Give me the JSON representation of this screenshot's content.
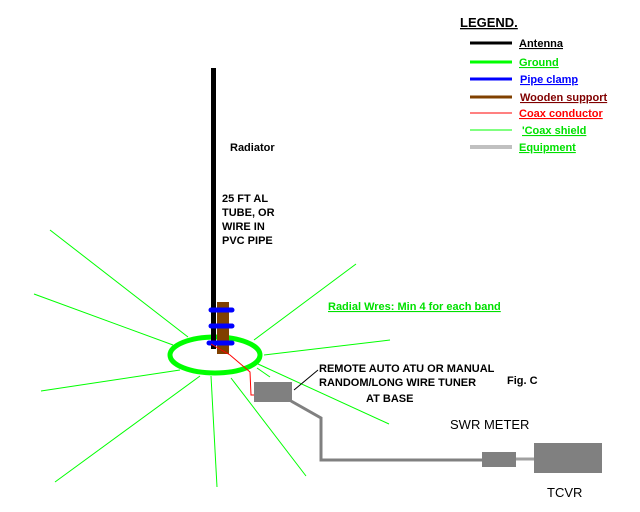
{
  "legend": {
    "title": "LEGEND.",
    "items": [
      {
        "label": "Antenna",
        "color": "#000000",
        "line_color": "#000000"
      },
      {
        "label": "Ground",
        "color": "#00e000",
        "line_color": "#00ff00"
      },
      {
        "label": "Pipe clamp",
        "color": "#0000ff",
        "line_color": "#0000ff"
      },
      {
        "label": "Wooden support",
        "color": "#800000",
        "line_color": "#804000"
      },
      {
        "label": "Coax conductor",
        "color": "#ff0000",
        "line_color": "#ff0000"
      },
      {
        "label": "'Coax shield",
        "color": "#00e000",
        "line_color": "#00ff00"
      },
      {
        "label": "Equipment",
        "color": "#00e000",
        "line_color": "#c0c0c0"
      }
    ]
  },
  "labels": {
    "radiator": "Radiator",
    "tube_lines": [
      "25 FT AL",
      "TUBE, OR",
      "WIRE IN",
      "PVC PIPE"
    ],
    "radials": "Radial Wres: Min 4 for each band",
    "tuner_lines": [
      "REMOTE AUTO ATU OR MANUAL",
      "RANDOM/LONG WIRE TUNER",
      "AT BASE"
    ],
    "figure": "Fig. C",
    "swr_meter": "SWR METER",
    "tcvr": "TCVR"
  },
  "colors": {
    "antenna": "#000000",
    "ground": "#00ff00",
    "pipe_clamp": "#0000ff",
    "wooden_support": "#804000",
    "coax_conductor": "#ff0000",
    "equipment": "#808080",
    "radial_label": "#00e000"
  }
}
